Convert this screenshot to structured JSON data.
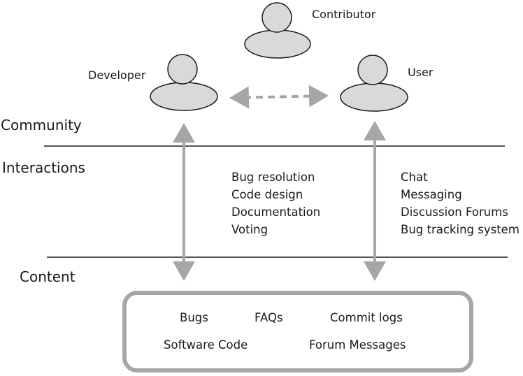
{
  "sections": {
    "community": "Community",
    "interactions": "Interactions",
    "content": "Content"
  },
  "roles": {
    "contributor": "Contributor",
    "developer": "Developer",
    "user": "User"
  },
  "developer_interactions": [
    "Bug resolution",
    "Code design",
    "Documentation",
    "Voting"
  ],
  "user_interactions": [
    "Chat",
    "Messaging",
    "Discussion Forums",
    "Bug tracking system"
  ],
  "content_items": {
    "bugs": "Bugs",
    "faqs": "FAQs",
    "commit_logs": "Commit logs",
    "software_code": "Software Code",
    "forum_messages": "Forum Messages"
  },
  "colors": {
    "person_fill": "#d9d9d9",
    "person_stroke": "#1a1a1a",
    "arrow": "#a6a6a6",
    "content_box": "#a6a6a6",
    "divider": "#1a1a1a"
  }
}
